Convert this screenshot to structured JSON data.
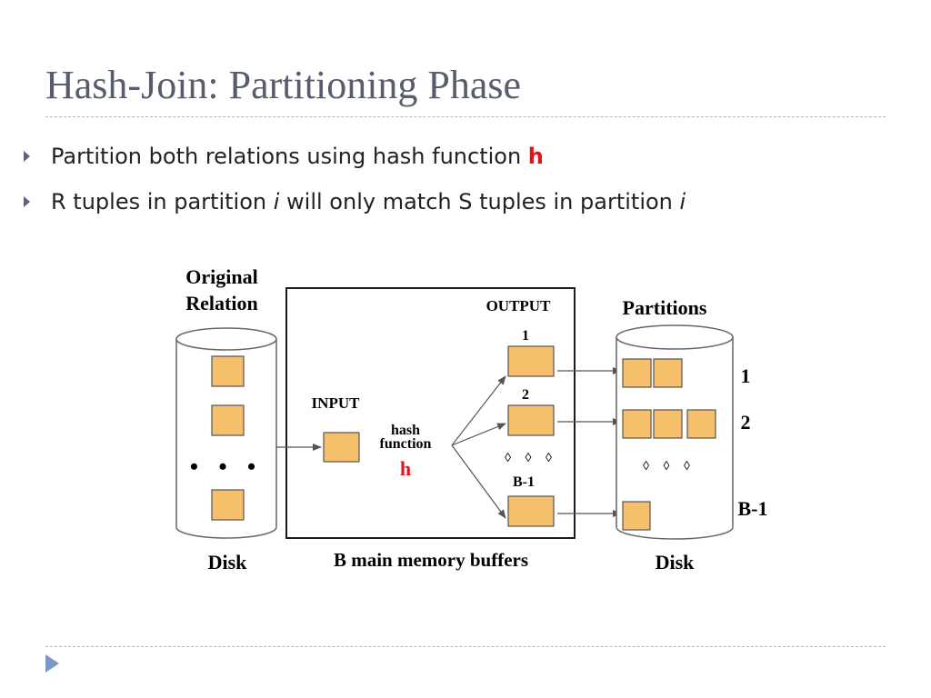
{
  "slide": {
    "title": "Hash-Join: Partitioning Phase"
  },
  "bullets": {
    "b1": {
      "text": "Partition both relations using hash function ",
      "highlight": "h"
    },
    "b2": {
      "pre": "R tuples in partition ",
      "var1": "i",
      "mid": " will only match S tuples in partition ",
      "var2": "i"
    }
  },
  "diagram": {
    "original_relation": [
      "Original",
      "Relation"
    ],
    "disk_left": "Disk",
    "input": "INPUT",
    "hash_function": [
      "hash",
      "function"
    ],
    "h": "h",
    "output": "OUTPUT",
    "buffer_labels": [
      "1",
      "2",
      "B-1"
    ],
    "memory_caption": "B main memory buffers",
    "partitions": "Partitions",
    "partition_labels": [
      "1",
      "2",
      "B-1"
    ],
    "disk_right": "Disk"
  },
  "colors": {
    "buffer_fill": "#f5bf6c",
    "buffer_stroke": "#555555",
    "title": "#575c6e",
    "accent": "#e8101a"
  }
}
